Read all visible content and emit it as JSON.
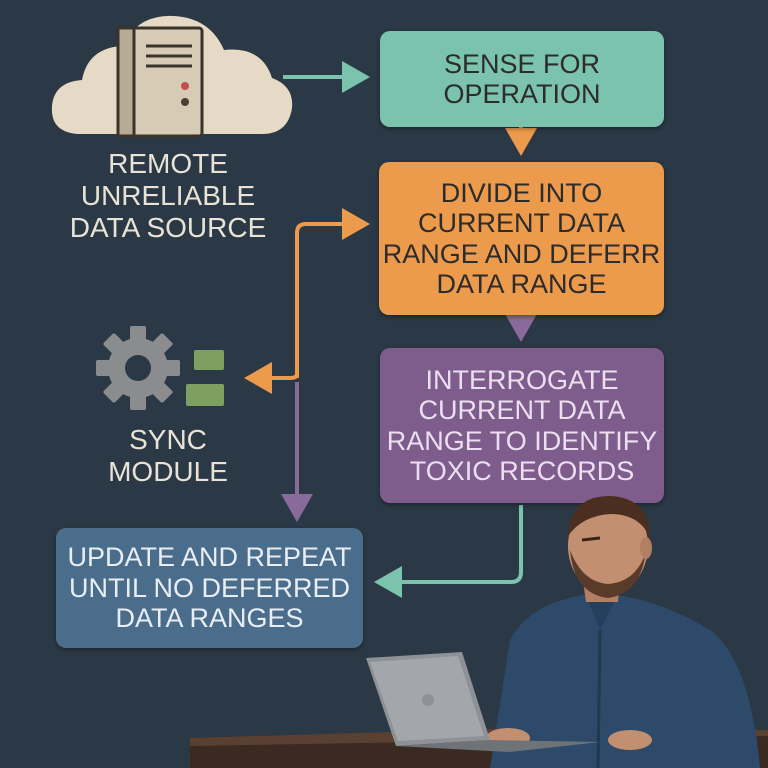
{
  "diagram": {
    "nodes": {
      "remote_source": {
        "lines": [
          "REMOTE",
          "UNRELIABLE",
          "DATA SOURCE"
        ],
        "icon": "cloud-server-icon"
      },
      "sync_module": {
        "lines": [
          "SYNC",
          "MODULE"
        ],
        "icon": "gear-icon"
      },
      "sense": {
        "lines": [
          "SENSE FOR",
          "OPERATION"
        ]
      },
      "divide": {
        "lines": [
          "DIVIDE INTO",
          "CURRENT DATA",
          "RANGE AND DEFERR",
          "DATA RANGE"
        ]
      },
      "interrogate": {
        "lines": [
          "INTERROGATE",
          "CURRENT DATA",
          "RANGE TO IDENTIFY",
          "TOXIC RECORDS"
        ]
      },
      "update": {
        "lines": [
          "UPDATE AND REPEAT",
          "UNTIL NO DEFERRED",
          "DATA RANGES"
        ]
      }
    },
    "colors": {
      "background": "#2b3846",
      "sense": "#7cc3ae",
      "divide": "#ec9a4b",
      "interrogate": "#7e5d8c",
      "update": "#4b6d8c",
      "arrow_teal": "#7cc3ae",
      "arrow_orange": "#ec9a4b",
      "arrow_purple": "#8a6a9a"
    },
    "illustration": "person-at-laptop"
  }
}
